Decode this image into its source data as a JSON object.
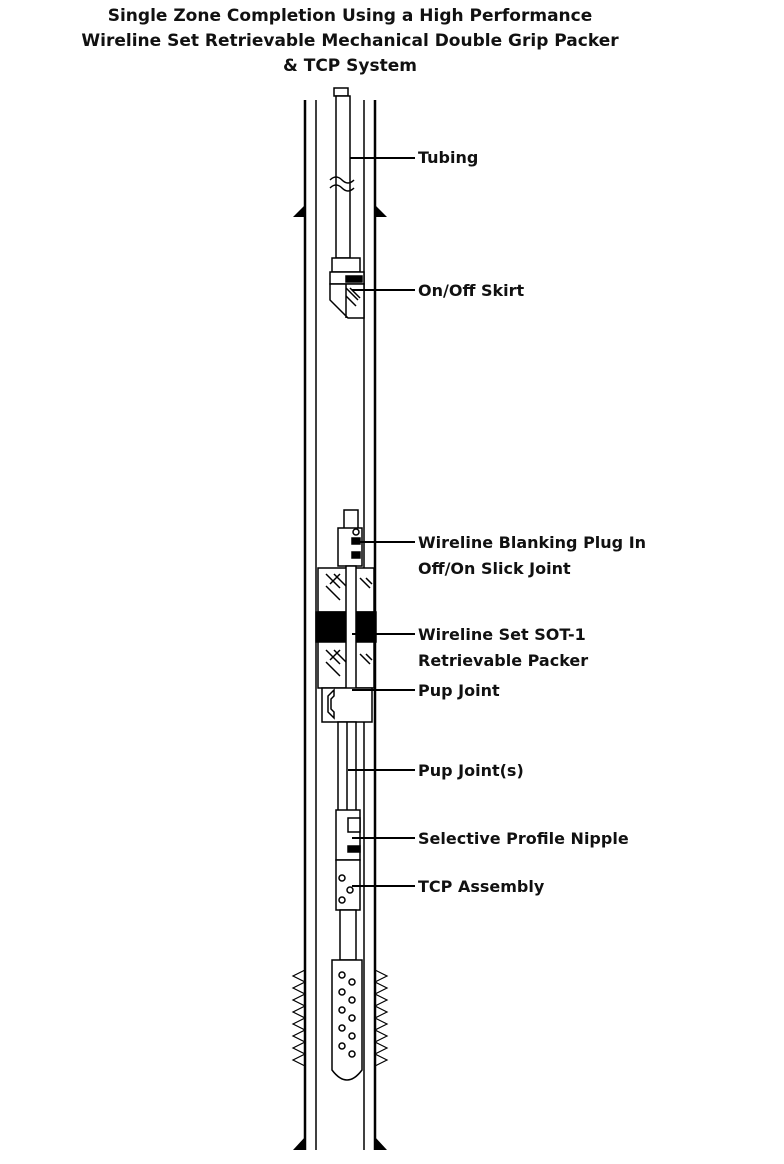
{
  "title": {
    "line1": "Single Zone Completion Using a High Performance",
    "line2": "Wireline Set Retrievable Mechanical Double Grip Packer",
    "line3": "& TCP System"
  },
  "labels": {
    "tubing": "Tubing",
    "on_off_skirt": "On/Off Skirt",
    "blanking_plug_1": "Wireline Blanking Plug In",
    "blanking_plug_2": "Off/On Slick Joint",
    "packer_1": "Wireline Set SOT-1",
    "packer_2": "Retrievable Packer",
    "pup_joint": "Pup Joint",
    "pup_joints": "Pup Joint(s)",
    "profile_nipple": "Selective Profile Nipple",
    "tcp_assembly": "TCP Assembly"
  }
}
